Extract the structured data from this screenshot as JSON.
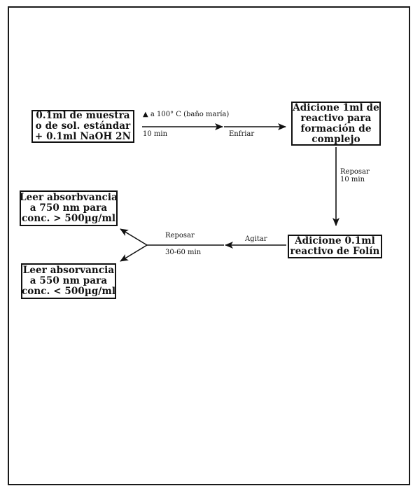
{
  "diagram": {
    "nodes": {
      "sample": {
        "lines": [
          "0.1ml de muestra",
          "o de sol. estándar",
          "+ 0.1ml  NaOH 2N"
        ]
      },
      "complex_reagent": {
        "lines": [
          "Adicione 1ml de",
          "reactivo para",
          "formación de",
          "complejo"
        ]
      },
      "folin": {
        "lines": [
          "Adicione 0.1ml",
          "reactivo de Folín"
        ]
      },
      "read_750": {
        "lines": [
          "Leer absorbvancia",
          "a 750 nm para",
          "conc. > 500µg/ml"
        ]
      },
      "read_550": {
        "lines": [
          "Leer absorvancia",
          "a 550 nm para",
          "conc. < 500µg/ml"
        ]
      }
    },
    "edge_labels": {
      "heat": "▲ a 100° C (baño maría)",
      "heat_time": "10 min",
      "cool": "Enfriar",
      "rest1": "Reposar",
      "rest1_time": "10 min",
      "shake": "Agitar",
      "rest2": "Reposar",
      "rest2_time": "30-60 min"
    }
  }
}
